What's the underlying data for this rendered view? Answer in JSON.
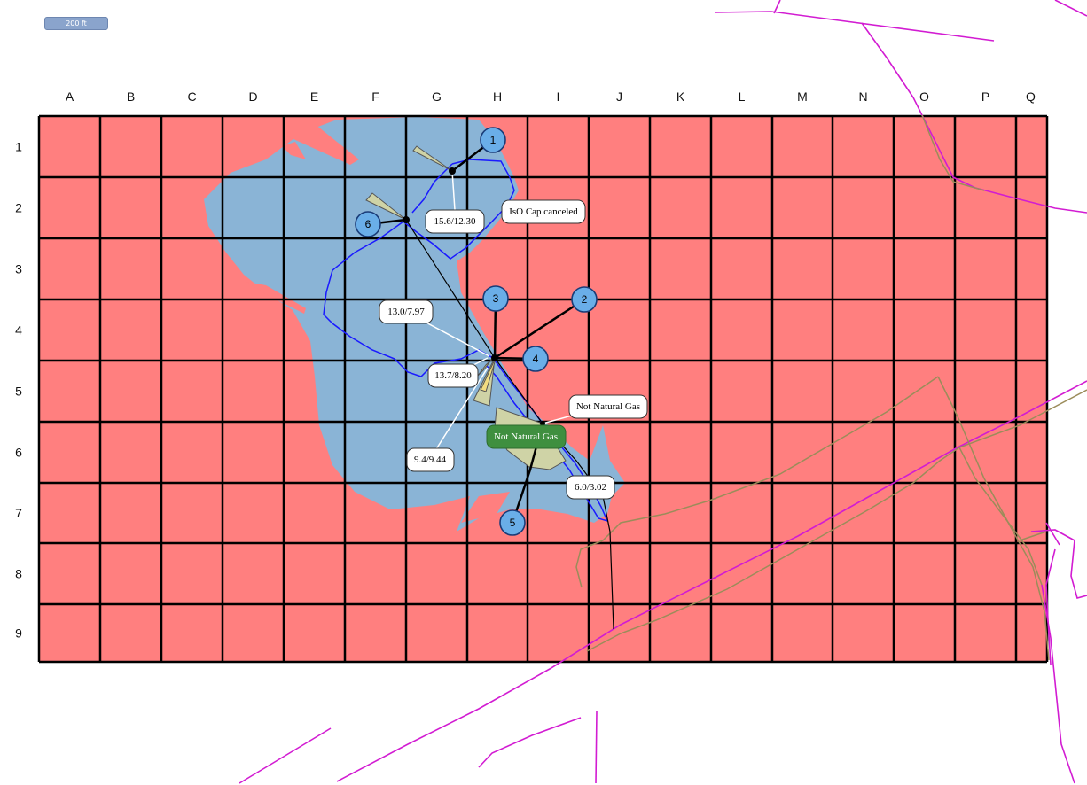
{
  "scale_bar": {
    "label": "200 ft"
  },
  "grid": {
    "columns": [
      "A",
      "B",
      "C",
      "D",
      "E",
      "F",
      "G",
      "H",
      "I",
      "J",
      "K",
      "L",
      "M",
      "N",
      "O",
      "P",
      "Q"
    ],
    "rows": [
      "1",
      "2",
      "3",
      "4",
      "5",
      "6",
      "7",
      "8",
      "9"
    ]
  },
  "colors": {
    "grid_fill": "#ff7f7f",
    "grid_lines": "#000000",
    "water": "#8ab4d6",
    "boundary": "#1a1aff",
    "road": "#d21cd2",
    "pipeline": "#9b8c5a",
    "badge": "#6aaee8",
    "sector": "#cfd3a6",
    "sector_highlight": "#f2dc80",
    "label_green": "#3f8f3f"
  },
  "sites": [
    {
      "id": "1",
      "icon": "numbered-circle"
    },
    {
      "id": "2",
      "icon": "numbered-circle"
    },
    {
      "id": "3",
      "icon": "numbered-circle"
    },
    {
      "id": "4",
      "icon": "numbered-circle"
    },
    {
      "id": "5",
      "icon": "numbered-circle"
    },
    {
      "id": "6",
      "icon": "numbered-circle"
    }
  ],
  "labels": [
    {
      "text": "IsO Cap canceled"
    },
    {
      "text": "15.6/12.30"
    },
    {
      "text": "13.0/7.97"
    },
    {
      "text": "13.7/8.20"
    },
    {
      "text": "9.4/9.44"
    },
    {
      "text": "Not Natural Gas"
    },
    {
      "text": "Not Natural Gas"
    },
    {
      "text": "6.0/3.02"
    }
  ]
}
